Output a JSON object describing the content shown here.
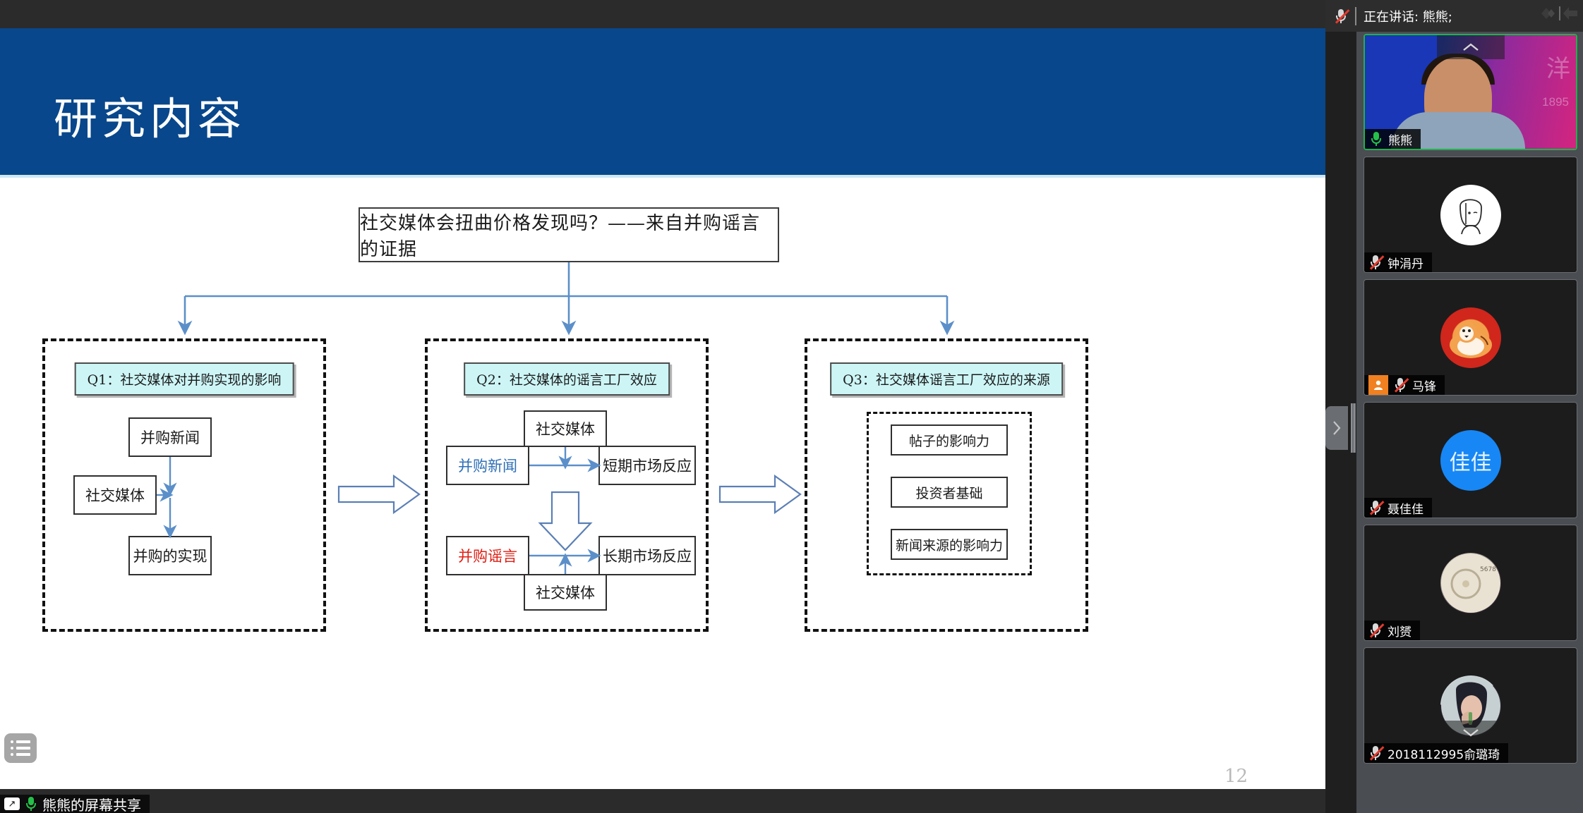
{
  "meeting": {
    "speaking_label": "正在讲话: 熊熊;",
    "mic_muted_icon": "mic-muted-icon",
    "share_label": "熊熊的屏幕共享",
    "share_icon": "screen-share-icon",
    "share_mic_icon": "mic-on-icon",
    "collapse_icon": "chevron-right-icon",
    "scroll_up_icon": "chevron-up-icon",
    "scroll_down_icon": "chevron-down-icon",
    "participants": [
      {
        "name": "熊熊",
        "muted": false,
        "is_host": false,
        "active_speaker": true,
        "avatar_type": "camera"
      },
      {
        "name": "钟涓丹",
        "muted": true,
        "is_host": false,
        "active_speaker": false,
        "avatar_type": "line-art"
      },
      {
        "name": "马锋",
        "muted": true,
        "is_host": true,
        "active_speaker": false,
        "avatar_type": "tiger"
      },
      {
        "name": "聂佳佳",
        "muted": true,
        "is_host": false,
        "active_speaker": false,
        "avatar_type": "initials",
        "initials": "佳佳"
      },
      {
        "name": "刘赟",
        "muted": true,
        "is_host": false,
        "active_speaker": false,
        "avatar_type": "watch"
      },
      {
        "name": "2018112995俞璐琦",
        "muted": true,
        "is_host": false,
        "active_speaker": false,
        "avatar_type": "photo"
      }
    ]
  },
  "slide": {
    "title": "研究内容",
    "page_number": "12",
    "menu_icon": "list-menu-icon",
    "banner_color": "#08478b",
    "accent_color": "#cdf5f6",
    "arrow_color": "#5b8fc9",
    "root_box": "社交媒体会扭曲价格发现吗？——来自并购谣言的证据",
    "panels": [
      {
        "id": "Q1",
        "header": "Q1：社交媒体对并购实现的影响",
        "nodes": [
          {
            "label": "并购新闻",
            "style": "plain"
          },
          {
            "label": "社交媒体",
            "style": "plain"
          },
          {
            "label": "并购的实现",
            "style": "plain"
          }
        ]
      },
      {
        "id": "Q2",
        "header": "Q2：社交媒体的谣言工厂效应",
        "nodes": [
          {
            "label": "社交媒体",
            "style": "plain"
          },
          {
            "label": "并购新闻",
            "style": "blue"
          },
          {
            "label": "短期市场反应",
            "style": "plain"
          },
          {
            "label": "并购谣言",
            "style": "red"
          },
          {
            "label": "长期市场反应",
            "style": "plain"
          },
          {
            "label": "社交媒体",
            "style": "plain"
          }
        ]
      },
      {
        "id": "Q3",
        "header": "Q3：社交媒体谣言工厂效应的来源",
        "nodes": [
          {
            "label": "帖子的影响力",
            "style": "plain"
          },
          {
            "label": "投资者基础",
            "style": "plain"
          },
          {
            "label": "新闻来源的影响力",
            "style": "plain"
          }
        ]
      }
    ]
  }
}
